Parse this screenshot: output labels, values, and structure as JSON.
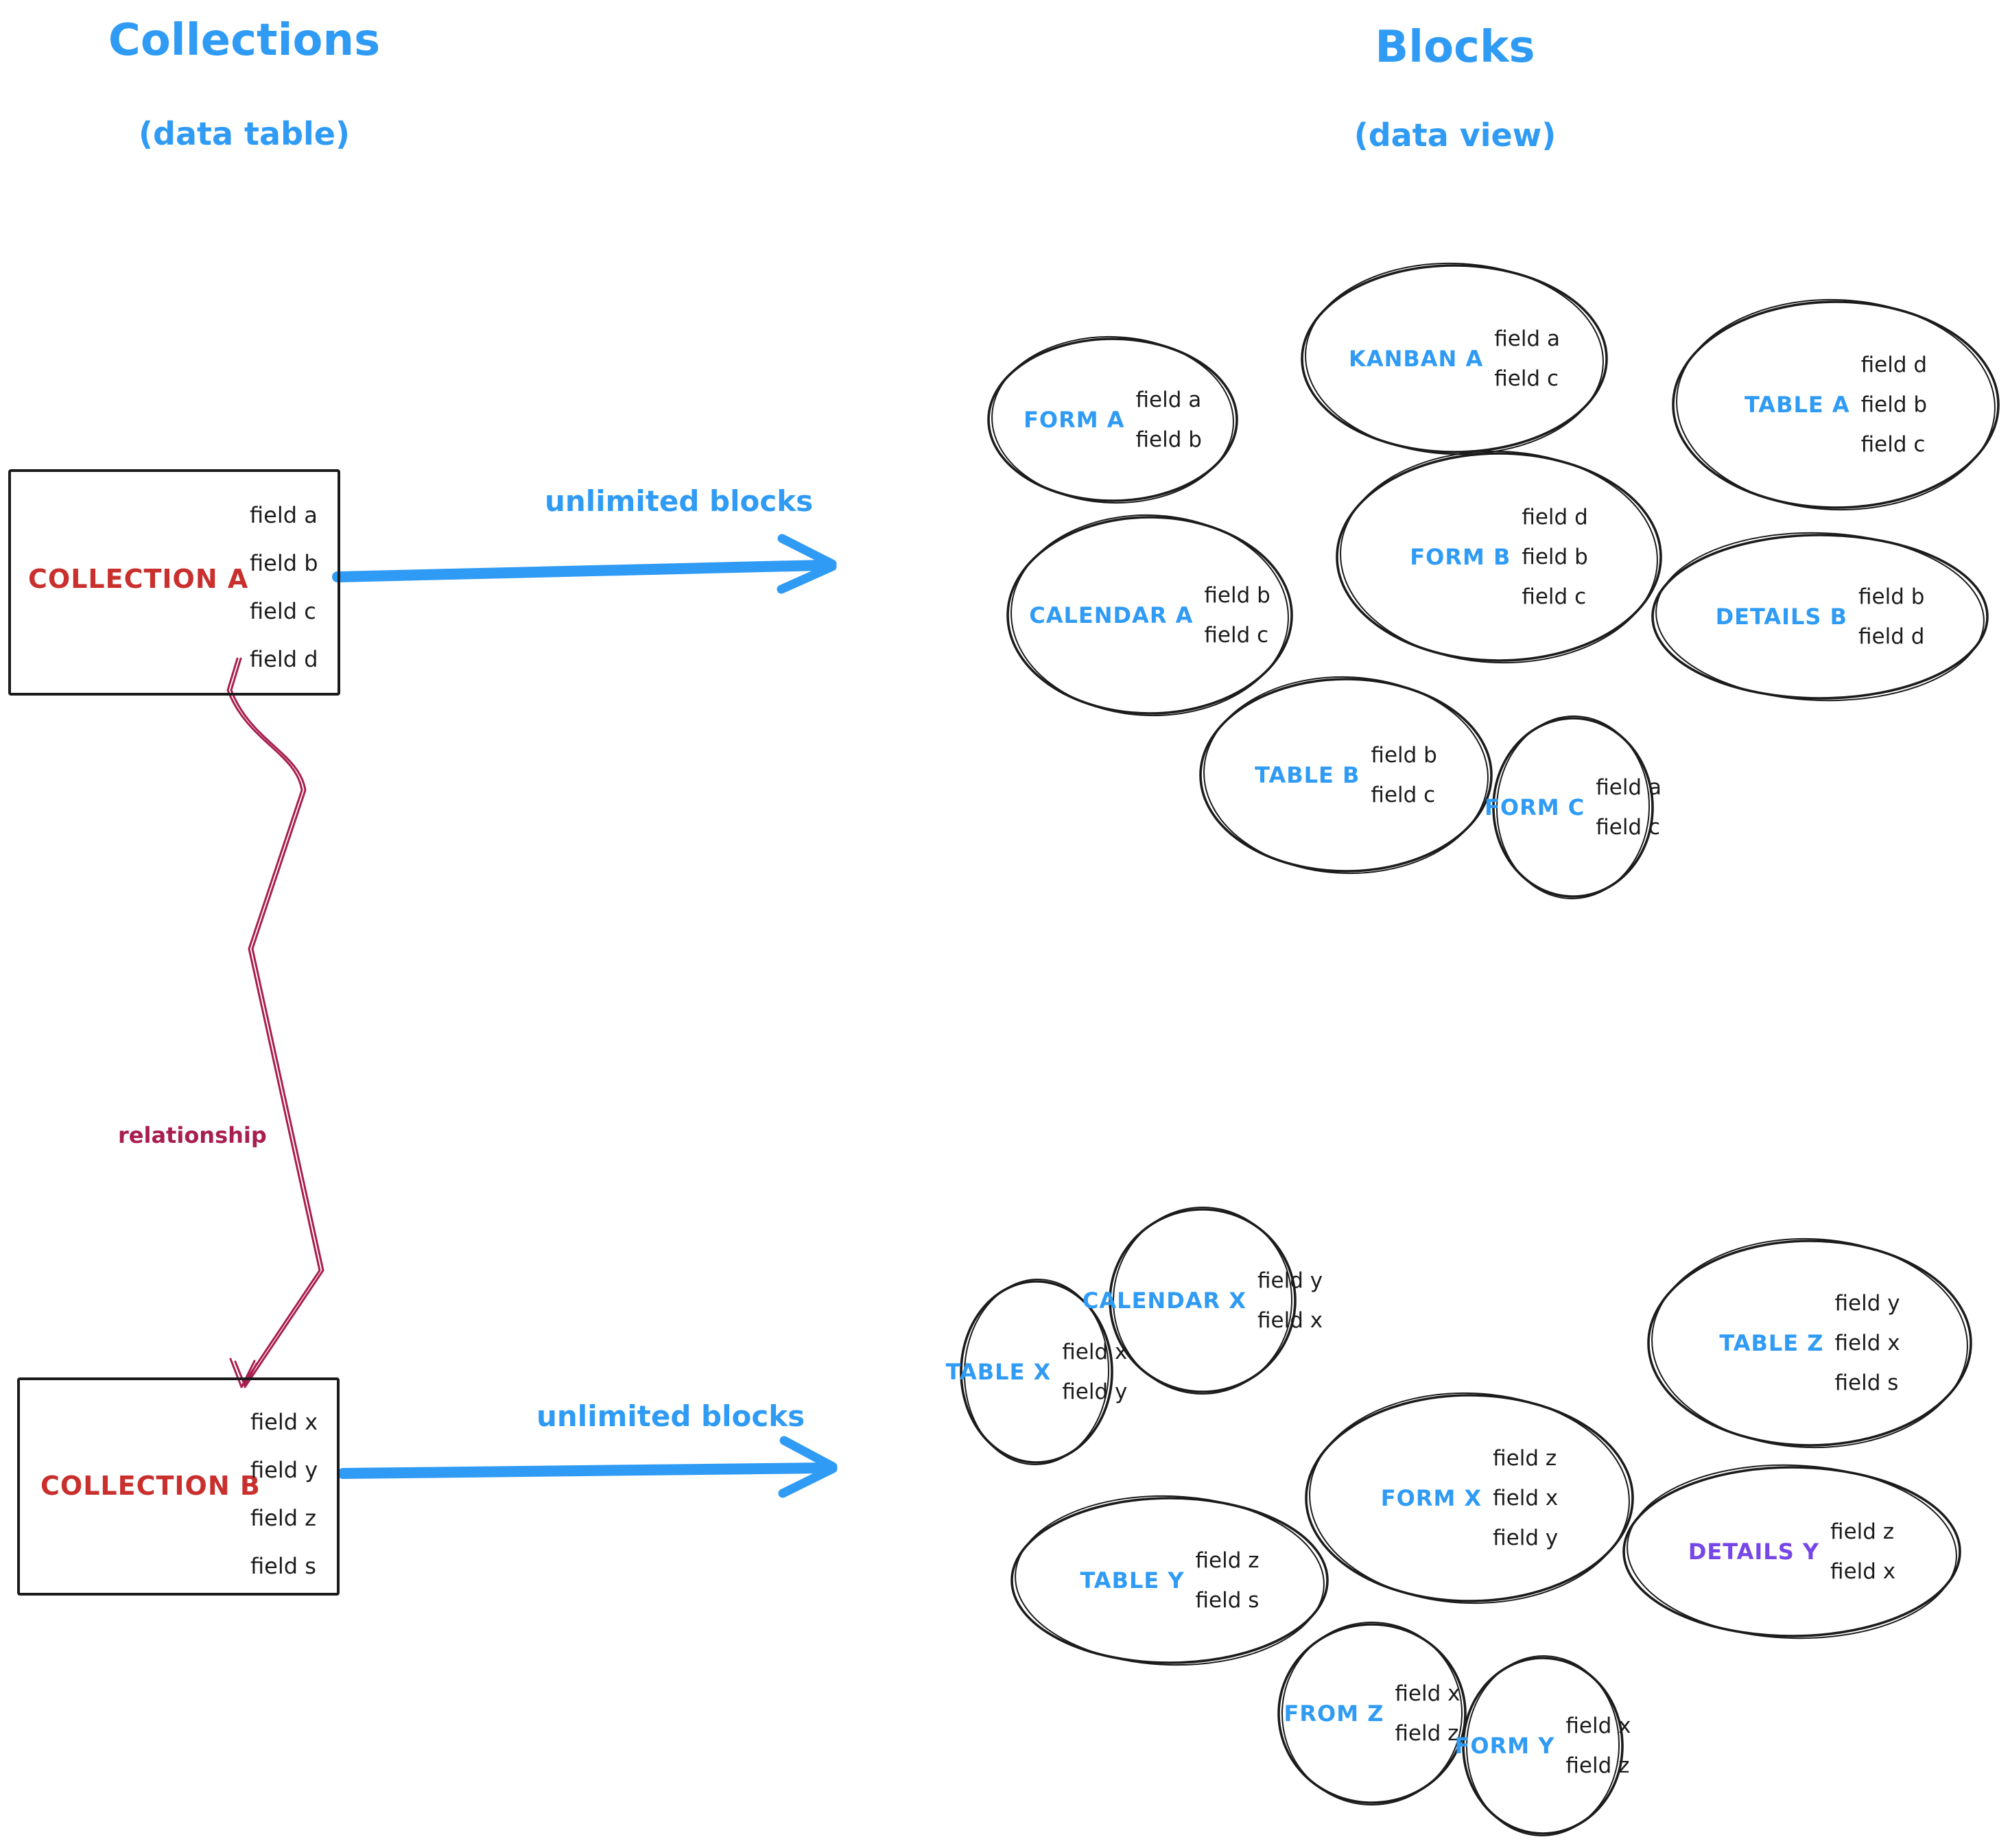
{
  "left_column": {
    "title": "Collections",
    "subtitle": "(data table)",
    "collections": [
      {
        "name": "COLLECTION A",
        "fields": [
          "field a",
          "field b",
          "field c",
          "field d"
        ]
      },
      {
        "name": "COLLECTION B",
        "fields": [
          "field x",
          "field y",
          "field z",
          "field s"
        ]
      }
    ]
  },
  "right_column": {
    "title": "Blocks",
    "subtitle": "(data view)"
  },
  "arrows": {
    "a": {
      "label": "unlimited blocks"
    },
    "b": {
      "label": "unlimited blocks"
    },
    "relationship": {
      "label": "relationship"
    }
  },
  "blocks": {
    "collection_a": [
      {
        "name": "FORM A",
        "fields": [
          "field a",
          "field b"
        ],
        "label_color": "blue"
      },
      {
        "name": "KANBAN A",
        "fields": [
          "field a",
          "field c"
        ],
        "label_color": "blue"
      },
      {
        "name": "TABLE A",
        "fields": [
          "field d",
          "field b",
          "field c"
        ],
        "label_color": "blue"
      },
      {
        "name": "CALENDAR A",
        "fields": [
          "field b",
          "field c"
        ],
        "label_color": "blue"
      },
      {
        "name": "FORM B",
        "fields": [
          "field d",
          "field b",
          "field c"
        ],
        "label_color": "blue"
      },
      {
        "name": "DETAILS B",
        "fields": [
          "field b",
          "field d"
        ],
        "label_color": "blue"
      },
      {
        "name": "TABLE B",
        "fields": [
          "field b",
          "field c"
        ],
        "label_color": "blue"
      },
      {
        "name": "FORM C",
        "fields": [
          "field a",
          "field c"
        ],
        "label_color": "blue"
      }
    ],
    "collection_b": [
      {
        "name": "TABLE X",
        "fields": [
          "field x",
          "field y"
        ],
        "label_color": "blue"
      },
      {
        "name": "CALENDAR X",
        "fields": [
          "field y",
          "field x"
        ],
        "label_color": "blue"
      },
      {
        "name": "TABLE Z",
        "fields": [
          "field y",
          "field x",
          "field s"
        ],
        "label_color": "blue"
      },
      {
        "name": "FORM X",
        "fields": [
          "field z",
          "field x",
          "field y"
        ],
        "label_color": "blue"
      },
      {
        "name": "DETAILS Y",
        "fields": [
          "field z",
          "field x"
        ],
        "label_color": "purple"
      },
      {
        "name": "TABLE Y",
        "fields": [
          "field z",
          "field s"
        ],
        "label_color": "blue"
      },
      {
        "name": "FROM Z",
        "fields": [
          "field x",
          "field z"
        ],
        "label_color": "blue"
      },
      {
        "name": "FORM Y",
        "fields": [
          "field x",
          "field z"
        ],
        "label_color": "blue"
      }
    ]
  },
  "colors": {
    "blue": "#2f9bf4",
    "red": "#c92f2c",
    "crimson": "#a81e4f",
    "purple": "#7646e8",
    "ink": "#1b1b1b"
  }
}
